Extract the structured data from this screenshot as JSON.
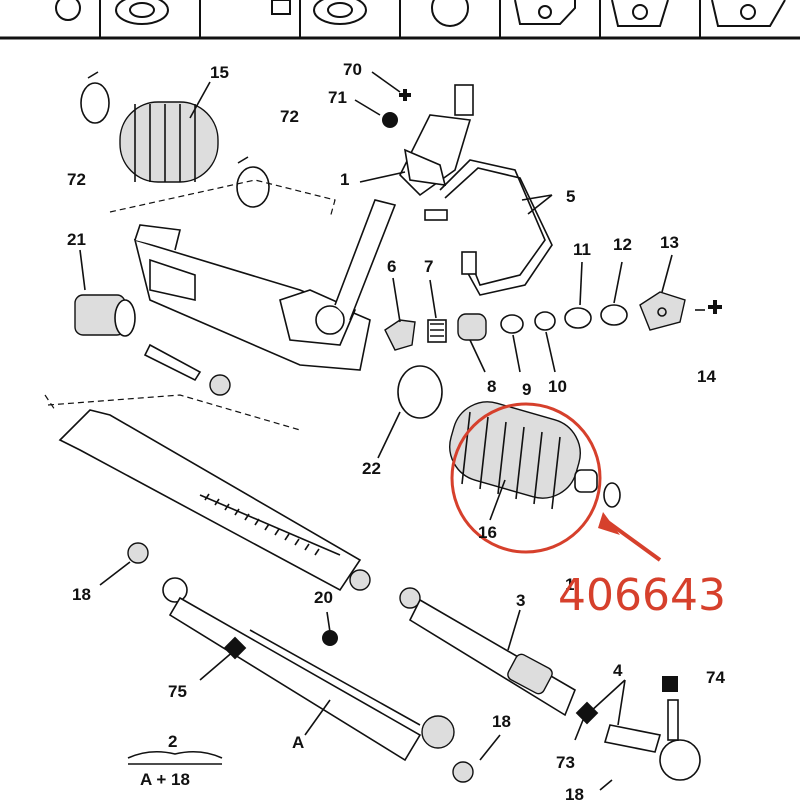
{
  "labels": {
    "l15": "15",
    "l70": "70",
    "l71": "71",
    "l72a": "72",
    "l72b": "72",
    "l1": "1",
    "l5": "5",
    "l21": "21",
    "l6": "6",
    "l7": "7",
    "l11": "11",
    "l12": "12",
    "l13": "13",
    "l14": "14",
    "l8": "8",
    "l9": "9",
    "l10": "10",
    "l22": "22",
    "l16": "16",
    "l18a": "18",
    "l18b": "18",
    "l20": "20",
    "l3": "3",
    "l4": "4",
    "l74": "74",
    "l75": "75",
    "lA": "A",
    "l73": "73",
    "l2": "2",
    "lA18": "A + 18",
    "l1x": "1",
    "l18c": "18"
  },
  "annotation": {
    "part_number": "406643",
    "color": "#d6402c"
  },
  "icons": [
    "thumbnail-part-icons"
  ]
}
